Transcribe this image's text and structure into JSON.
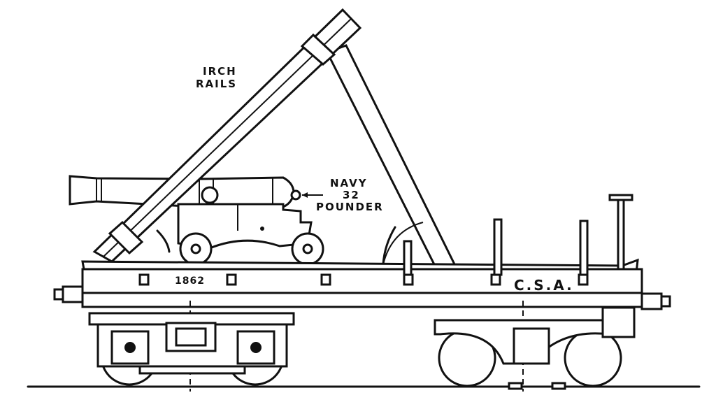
{
  "labels": {
    "iron_rails_line1": "IRCH",
    "iron_rails_line2": "RAILS",
    "navy_line1": "NAVY",
    "navy_line2": "32",
    "navy_line3": "POUNDER"
  },
  "car": {
    "year": "1862",
    "marking": "C.S.A."
  },
  "colors": {
    "ink": "#111111",
    "paper": "#ffffff"
  }
}
